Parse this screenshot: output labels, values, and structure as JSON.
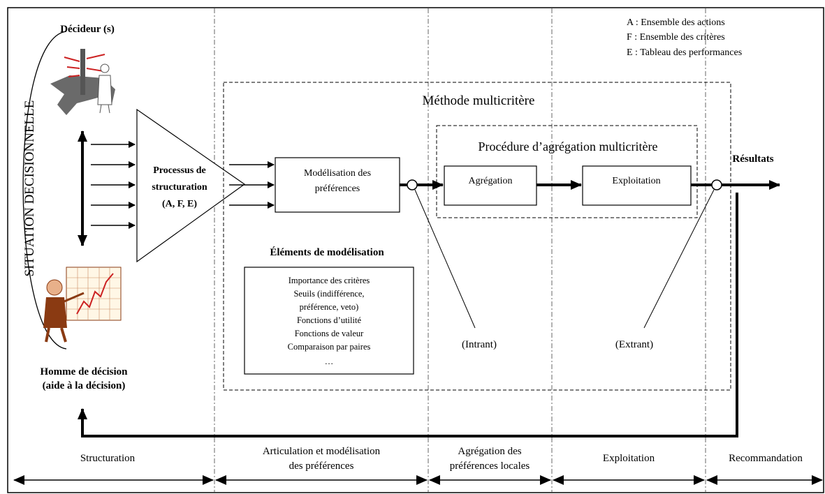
{
  "legend": [
    "A : Ensemble des actions",
    "F : Ensemble des critères",
    "E : Tableau des performances"
  ],
  "decision_maker": "Décideur (s)",
  "decision_situation": "SITUATION DECISIONNELLE",
  "analyst": [
    "Homme de décision",
    "(aide à la décision)"
  ],
  "structuring_process": [
    "Processus de",
    "structuration",
    "(A, F, E)"
  ],
  "method_title": "Méthode multicritère",
  "aggregation_procedure_title": "Procédure d’agrégation multicritère",
  "boxes": {
    "modelisation": [
      "Modélisation des",
      "préférences"
    ],
    "agregation": "Agrégation",
    "exploitation": "Exploitation"
  },
  "results": "Résultats",
  "modeling_elements": {
    "title": "Éléments de modélisation",
    "items": [
      "Importance des critères",
      "Seuils (indifférence,",
      "préférence, veto)",
      "Fonctions d’utilité",
      "Fonctions de valeur",
      "Comparaison par paires",
      "…"
    ]
  },
  "intrant": "(Intrant)",
  "extrant": "(Extrant)",
  "phases": [
    [
      "Structuration"
    ],
    [
      "Articulation et modélisation",
      "des préférences"
    ],
    [
      "Agrégation des",
      "préférences locales"
    ],
    [
      "Exploitation"
    ],
    [
      "Recommandation"
    ]
  ],
  "colors": {
    "ink": "#000000",
    "icon_red": "#cc2222",
    "icon_brown": "#8a3a12",
    "icon_grey": "#6a6a6a"
  }
}
